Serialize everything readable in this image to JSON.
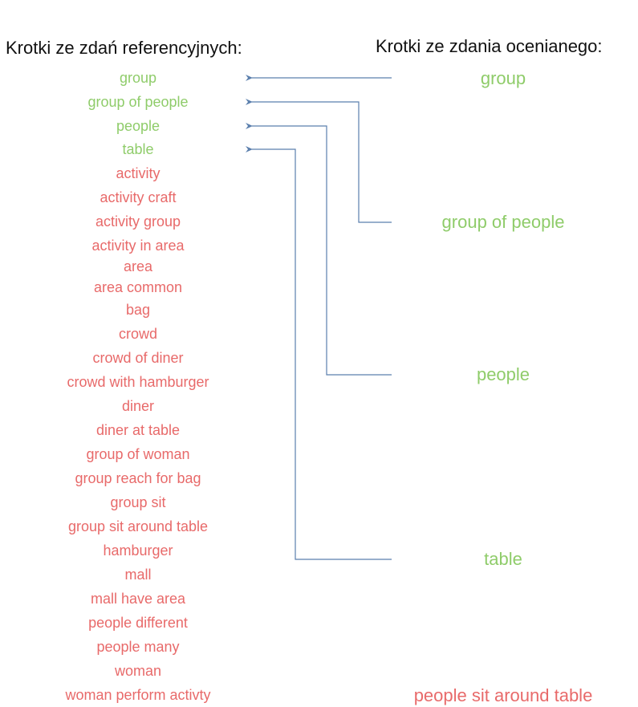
{
  "headings": {
    "reference": "Krotki ze zdań referencyjnych:",
    "candidate": "Krotki ze zdania ocenianego:"
  },
  "colors": {
    "matched": "#8fcc6a",
    "unmatched": "#e86a6a",
    "arrow": "#5b7fad",
    "heading": "#111111"
  },
  "reference_tuples": [
    {
      "text": "group",
      "status": "matched"
    },
    {
      "text": "group of people",
      "status": "matched"
    },
    {
      "text": "people",
      "status": "matched"
    },
    {
      "text": "table",
      "status": "matched"
    },
    {
      "text": "activity",
      "status": "unmatched"
    },
    {
      "text": "activity craft",
      "status": "unmatched"
    },
    {
      "text": "activity group",
      "status": "unmatched"
    },
    {
      "text": "activity in area",
      "status": "unmatched"
    },
    {
      "text": "area",
      "status": "unmatched"
    },
    {
      "text": "area common",
      "status": "unmatched"
    },
    {
      "text": "bag",
      "status": "unmatched"
    },
    {
      "text": "crowd",
      "status": "unmatched"
    },
    {
      "text": "crowd of diner",
      "status": "unmatched"
    },
    {
      "text": "crowd with hamburger",
      "status": "unmatched"
    },
    {
      "text": "diner",
      "status": "unmatched"
    },
    {
      "text": "diner at table",
      "status": "unmatched"
    },
    {
      "text": "group of woman",
      "status": "unmatched"
    },
    {
      "text": "group reach for bag",
      "status": "unmatched"
    },
    {
      "text": "group sit",
      "status": "unmatched"
    },
    {
      "text": "group sit around table",
      "status": "unmatched"
    },
    {
      "text": "hamburger",
      "status": "unmatched"
    },
    {
      "text": "mall",
      "status": "unmatched"
    },
    {
      "text": "mall have area",
      "status": "unmatched"
    },
    {
      "text": "people different",
      "status": "unmatched"
    },
    {
      "text": "people many",
      "status": "unmatched"
    },
    {
      "text": "woman",
      "status": "unmatched"
    },
    {
      "text": "woman perform activty",
      "status": "unmatched"
    }
  ],
  "candidate_tuples": [
    {
      "text": "group",
      "status": "matched",
      "matches_reference": 0
    },
    {
      "text": "group of people",
      "status": "matched",
      "matches_reference": 1
    },
    {
      "text": "people",
      "status": "matched",
      "matches_reference": 2
    },
    {
      "text": "table",
      "status": "matched",
      "matches_reference": 3
    },
    {
      "text": "people sit around table",
      "status": "unmatched",
      "matches_reference": null
    }
  ]
}
